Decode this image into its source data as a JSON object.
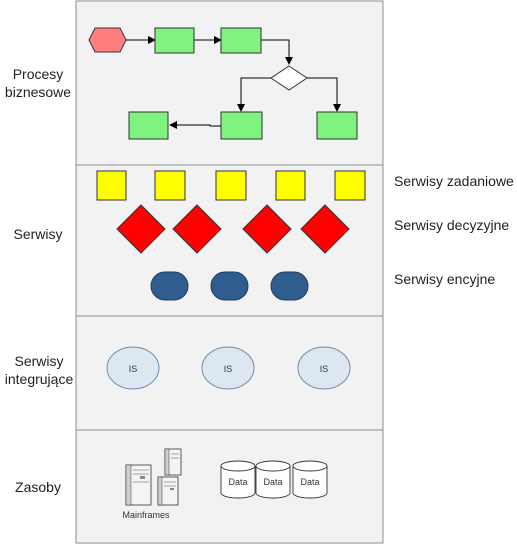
{
  "lanes": {
    "business": {
      "label_line1": "Procesy",
      "label_line2": "biznesowe"
    },
    "services": {
      "label": "Serwisy"
    },
    "integration": {
      "label_line1": "Serwisy",
      "label_line2": "integrujące"
    },
    "resources": {
      "label": "Zasoby"
    }
  },
  "side_labels": {
    "task": "Serwisy zadaniowe",
    "decision": "Serwisy decyzyjne",
    "entity": "Serwisy encyjne"
  },
  "is_nodes": [
    "IS",
    "IS",
    "IS"
  ],
  "data_stores": [
    "Data",
    "Data",
    "Data"
  ],
  "mainframes_label": "Mainframes",
  "colors": {
    "lane_fill": "#f2f2f2",
    "lane_border": "#8c8c8c",
    "start_fill": "#ff7f7f",
    "process_fill": "#7ff27f",
    "task_fill": "#ffff00",
    "decision_fill": "#ff0000",
    "entity_fill": "#2e5d8e",
    "is_fill": "#dde7f2"
  },
  "icons": {
    "start": "hexagon-start-icon",
    "decision": "diamond-gateway-icon",
    "mainframe": "server-cabinet-icon",
    "data": "database-cylinder-icon"
  }
}
